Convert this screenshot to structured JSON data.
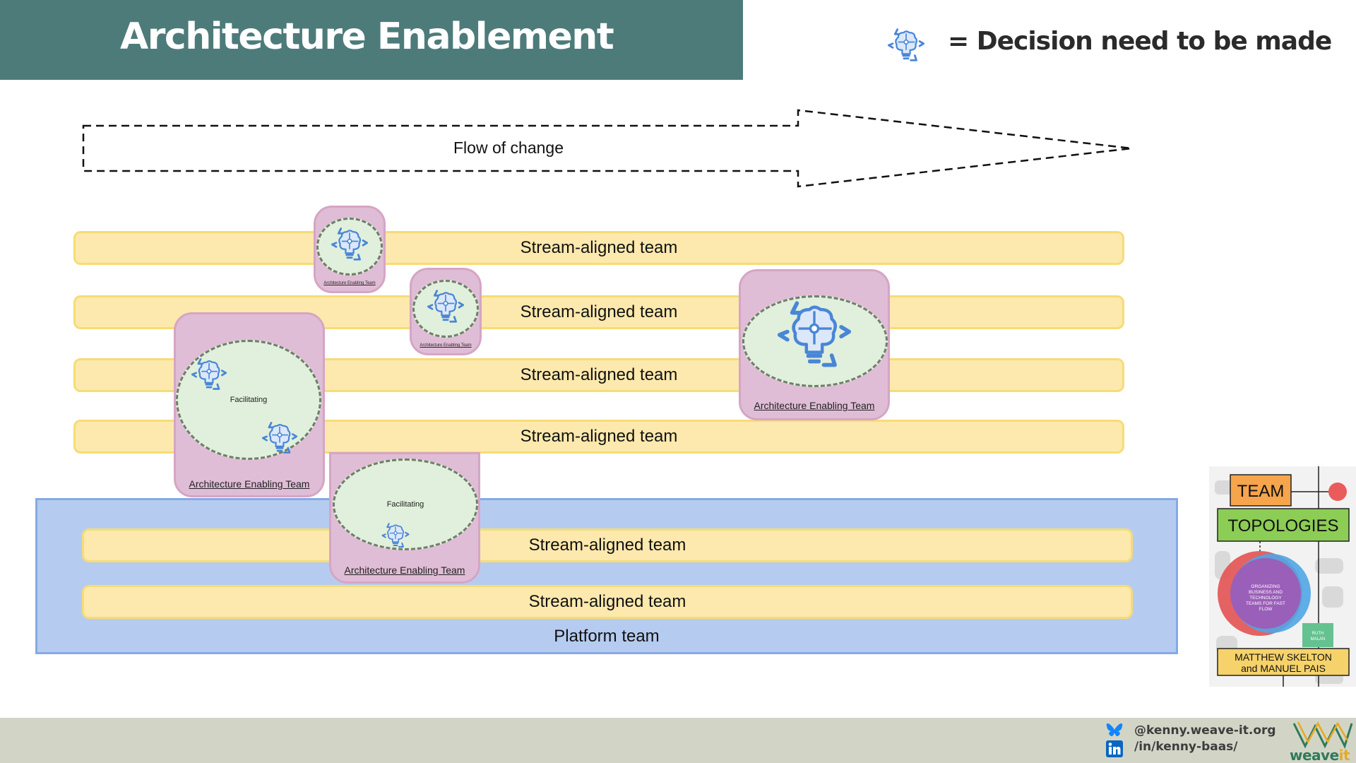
{
  "header": {
    "title": "Architecture Enablement",
    "legend_text": "= Decision need to be made",
    "legend_icon": "brain-puzzle-arrows-icon"
  },
  "flow": {
    "label": "Flow of change"
  },
  "streams": [
    "Stream-aligned team",
    "Stream-aligned team",
    "Stream-aligned team",
    "Stream-aligned team",
    "Stream-aligned team",
    "Stream-aligned team"
  ],
  "platform": {
    "label": "Platform team"
  },
  "enabling_teams": {
    "label": "Architecture Enabling Team",
    "facilitating": "Facilitating"
  },
  "book": {
    "top": "TEAM",
    "middle": "TOPOLOGIES",
    "tagline": "ORGANIZING BUSINESS AND TECHNOLOGY TEAMS FOR FAST FLOW",
    "foreword": "RUTH MALAN",
    "authors_1": "MATTHEW SKELTON",
    "authors_2": "and MANUEL PAIS"
  },
  "footer": {
    "bluesky": "@kenny.weave-it.org",
    "linkedin": "/in/kenny-baas/",
    "brand_main": "weave",
    "brand_accent": "it"
  },
  "colors": {
    "title_bar": "#4d7b7a",
    "stream_fill": "#fde9ad",
    "platform_fill": "#b5ccf0",
    "enabling_fill": "#e0bdd6",
    "inner_fill": "#e1f0dc",
    "icon_blue": "#4a86d6"
  }
}
